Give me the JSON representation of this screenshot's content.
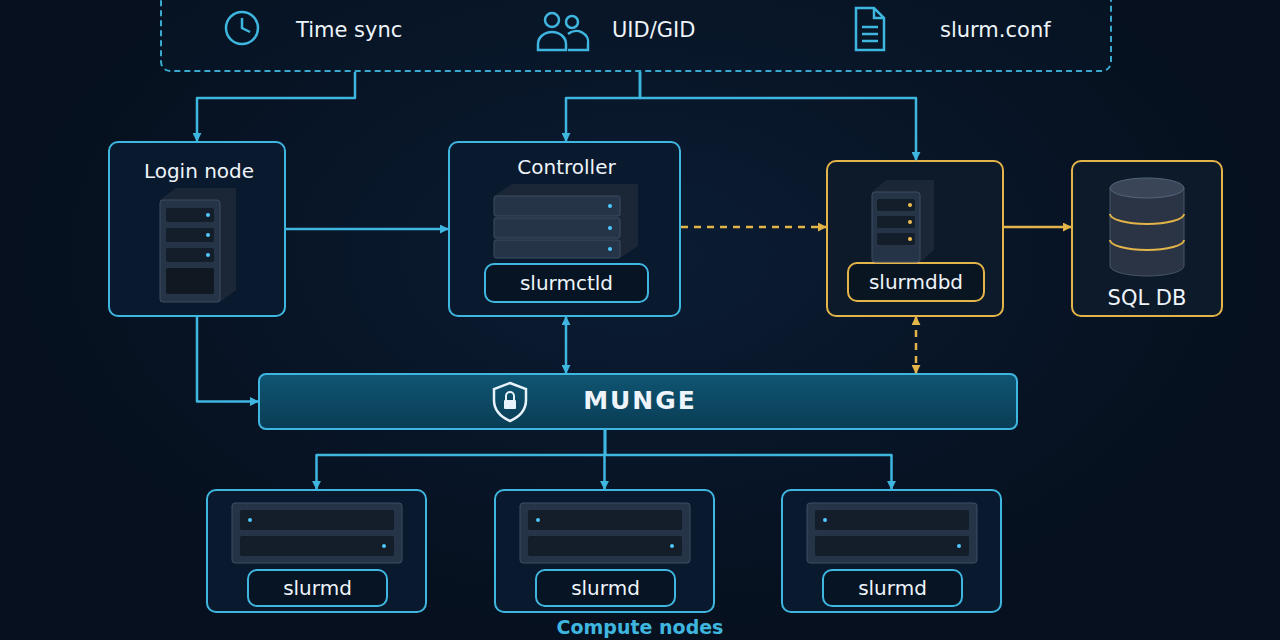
{
  "diagram": {
    "nodes": [
      {
        "text": [
          "Time sync",
          "UID/GID",
          "slurm.conf"
        ]
      },
      {
        "text": [
          "Login node"
        ]
      },
      {
        "text": [
          "Controller",
          "slurmctld"
        ]
      },
      {
        "text": [
          "slurmdbd"
        ]
      },
      {
        "text": [
          "SQL DB"
        ]
      },
      {
        "text": [
          "MUNGE"
        ]
      },
      {
        "text": [
          "slurmd"
        ]
      },
      {
        "text": [
          "slurmd"
        ]
      },
      {
        "text": [
          "slurmd"
        ]
      }
    ],
    "edges": [
      {
        "from": 0,
        "to": 1,
        "arrow": "to"
      },
      {
        "from": 0,
        "to": 2,
        "arrow": "to"
      },
      {
        "from": 0,
        "to": 3,
        "arrow": "to"
      },
      {
        "from": 1,
        "to": 2,
        "arrow": "to"
      },
      {
        "from": 2,
        "to": 3,
        "arrow": "to"
      },
      {
        "from": 3,
        "to": 4,
        "arrow": "to"
      },
      {
        "from": 2,
        "to": 5,
        "arrow": "both"
      },
      {
        "from": 3,
        "to": 5,
        "arrow": "both"
      },
      {
        "from": 1,
        "to": 5,
        "arrow": "to"
      },
      {
        "from": 5,
        "to": 6,
        "arrow": "to"
      },
      {
        "from": 5,
        "to": 7,
        "arrow": "to"
      },
      {
        "from": 5,
        "to": 8,
        "arrow": "to"
      }
    ],
    "labels": [
      "Compute nodes"
    ]
  }
}
